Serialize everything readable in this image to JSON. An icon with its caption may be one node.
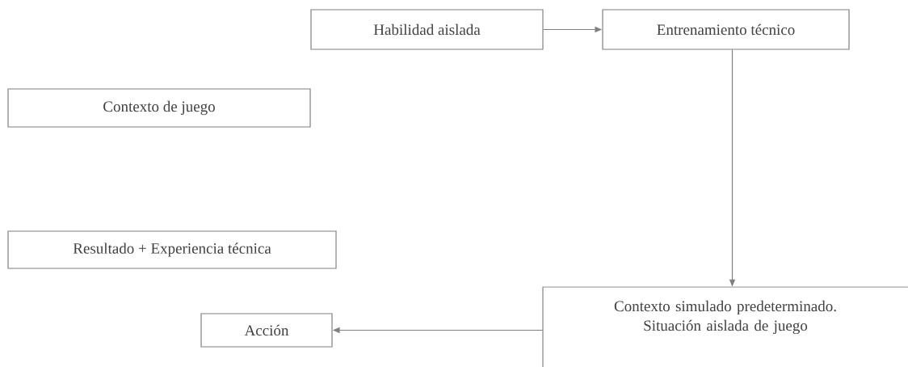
{
  "diagram": {
    "nodes": [
      {
        "text": [
          "Habilidad aislada"
        ]
      },
      {
        "text": [
          "Entrenamiento técnico"
        ]
      },
      {
        "text": [
          "Contexto de juego"
        ]
      },
      {
        "text": [
          "Resultado + Experiencia técnica"
        ]
      },
      {
        "text": [
          "Contexto simulado predeterminado. Situación aislada de juego"
        ]
      },
      {
        "text": [
          "Acción"
        ]
      }
    ],
    "edges": [
      {
        "from": 0,
        "to": 1,
        "arrow": "to"
      },
      {
        "from": 1,
        "to": 4,
        "arrow": "to"
      },
      {
        "from": 4,
        "to": 5,
        "arrow": "to"
      }
    ]
  }
}
